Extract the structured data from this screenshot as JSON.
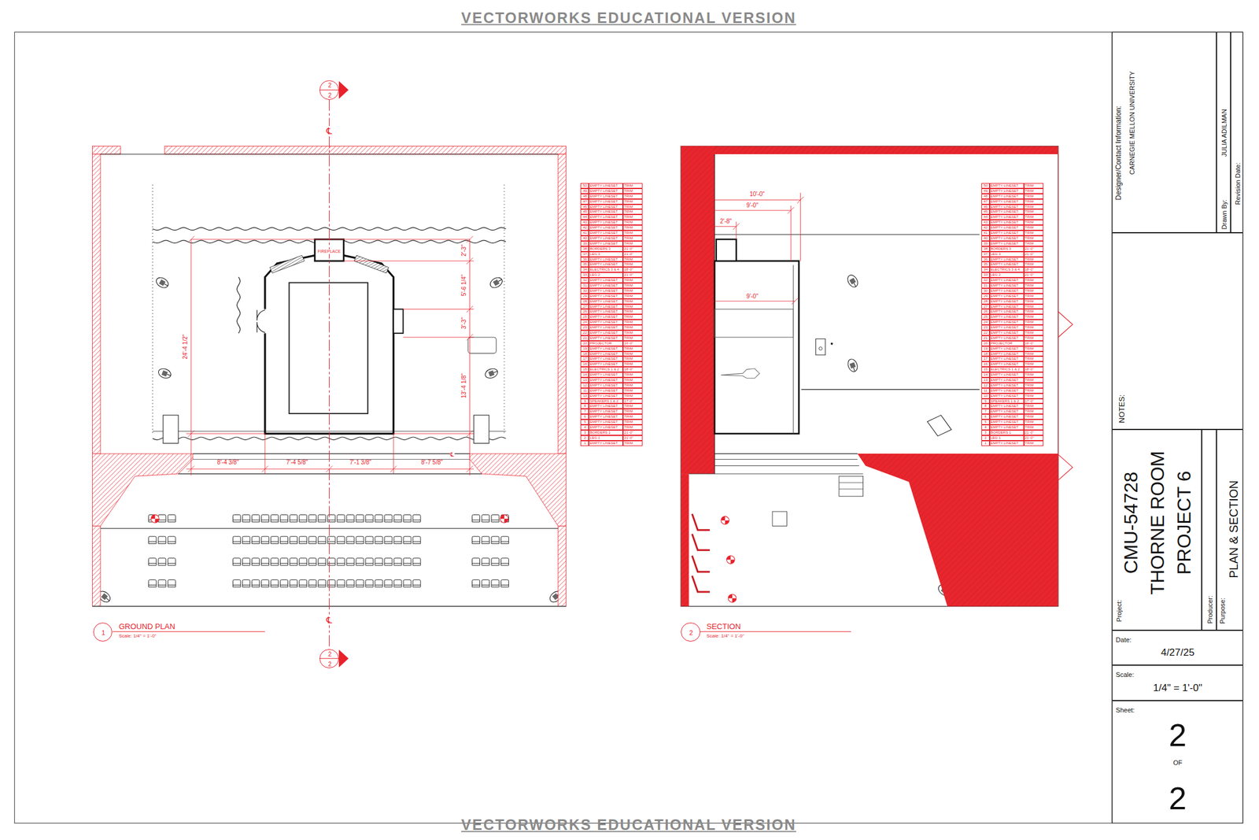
{
  "diagram": {
    "nodes": [
      {
        "text": [
          "Designer/Contact Information:",
          "CARNEGIE MELLON UNIVERSITY"
        ]
      },
      {
        "text": [
          "Drawn By:",
          "JULIA ADILMAN"
        ]
      },
      {
        "text": [
          "Revision Date:"
        ]
      },
      {
        "text": [
          "NOTES:"
        ]
      },
      {
        "text": [
          "Project:",
          "CMU-54728 THORNE ROOM PROJECT 6"
        ]
      },
      {
        "text": [
          "Producer:"
        ]
      },
      {
        "text": [
          "Purpose:",
          "PLAN & SECTION"
        ]
      },
      {
        "text": [
          "Date:",
          "4/27/25"
        ]
      },
      {
        "text": [
          "Scale:",
          "1/4\" = 1'-0\""
        ]
      },
      {
        "text": [
          "Sheet:",
          "2",
          "OF",
          "2"
        ]
      },
      {
        "text": [
          "1"
        ]
      },
      {
        "text": [
          "2"
        ]
      },
      {
        "text": [
          "2",
          "2"
        ]
      },
      {
        "text": [
          "2",
          "2"
        ]
      }
    ],
    "edges": [],
    "labels": [
      "VECTORWORKS EDUCATIONAL VERSION",
      "VECTORWORKS EDUCATIONAL VERSION",
      "FIREPLACE",
      "24'-4 1/2\"",
      "2'-3\"",
      "5'-6 1/4\"",
      "3'-3\"",
      "13'-4 1/8\"",
      "8'-4 3/8\"",
      "7'-4 5/8\"",
      "7'-1 3/8\"",
      "8'-7 5/8\"",
      "℄",
      "℄",
      "℄",
      "GROUND PLAN",
      "Scale: 1/4\" = 1'-0\"",
      "10'-0\"",
      "9'-0\"",
      "2'-8\"",
      "9'-0\"",
      "SECTION",
      "Scale: 1/4\" = 1'-0\"",
      "50",
      "EMPTY LINESET",
      "TRIM",
      "49",
      "EMPTY LINESET",
      "TRIM",
      "48",
      "EMPTY LINESET",
      "TRIM",
      "47",
      "EMPTY LINESET",
      "TRIM",
      "46",
      "EMPTY LINESET",
      "TRIM",
      "45",
      "EMPTY LINESET",
      "TRIM",
      "44",
      "EMPTY LINESET",
      "TRIM",
      "43",
      "EMPTY LINESET",
      "TRIM",
      "42",
      "EMPTY LINESET",
      "TRIM",
      "41",
      "EMPTY LINESET",
      "TRIM",
      "40",
      "EMPTY LINESET",
      "TRIM",
      "39",
      "EMPTY LINESET",
      "TRIM",
      "38",
      "BORDERS 3",
      "21'-0\"",
      "37",
      "LEG 3",
      "21'-0\"",
      "36",
      "EMPTY LINESET",
      "TRIM",
      "35",
      "EMPTY LINESET",
      "TRIM",
      "34",
      "ELECTRICS 3 & 4",
      "18'-0\"",
      "33",
      "LEG 2",
      "21'-0\"",
      "32",
      "EMPTY LINESET",
      "TRIM",
      "31",
      "EMPTY LINESET",
      "TRIM",
      "30",
      "EMPTY LINESET",
      "TRIM",
      "29",
      "EMPTY LINESET",
      "TRIM",
      "28",
      "EMPTY LINESET",
      "TRIM",
      "27",
      "EMPTY LINESET",
      "TRIM",
      "26",
      "EMPTY LINESET",
      "TRIM",
      "25",
      "EMPTY LINESET",
      "TRIM",
      "24",
      "EMPTY LINESET",
      "TRIM",
      "23",
      "EMPTY LINESET",
      "TRIM",
      "22",
      "EMPTY LINESET",
      "TRIM",
      "21",
      "EMPTY LINESET",
      "TRIM",
      "20",
      "PROJECTOR",
      "16'-0\"",
      "19",
      "EMPTY LINESET",
      "TRIM",
      "18",
      "EMPTY LINESET",
      "TRIM",
      "17",
      "EMPTY LINESET",
      "TRIM",
      "16",
      "EMPTY LINESET",
      "TRIM",
      "15",
      "ELECTRICS 1 & 2",
      "18'-0\"",
      "14",
      "EMPTY LINESET",
      "TRIM",
      "13",
      "EMPTY LINESET",
      "TRIM",
      "12",
      "EMPTY LINESET",
      "TRIM",
      "11",
      "EMPTY LINESET",
      "TRIM",
      "10",
      "EMPTY LINESET",
      "TRIM",
      "9",
      "SPEAKERS 1 & 2",
      "17'-0\"",
      "8",
      "EMPTY LINESET",
      "TRIM",
      "7",
      "EMPTY LINESET",
      "TRIM",
      "6",
      "EMPTY LINESET",
      "TRIM",
      "5",
      "EMPTY LINESET",
      "TRIM",
      "4",
      "EMPTY LINESET",
      "TRIM",
      "3",
      "BORDERS 1",
      "21'-0\"",
      "2",
      "LEG 1",
      "21'-0\"",
      "1",
      "EMPTY LINESET",
      "TRIM",
      "50",
      "EMPTY LINESET",
      "TRIM",
      "49",
      "EMPTY LINESET",
      "TRIM",
      "48",
      "EMPTY LINESET",
      "TRIM",
      "47",
      "EMPTY LINESET",
      "TRIM",
      "46",
      "EMPTY LINESET",
      "TRIM",
      "45",
      "EMPTY LINESET",
      "TRIM",
      "44",
      "EMPTY LINESET",
      "TRIM",
      "43",
      "EMPTY LINESET",
      "TRIM",
      "42",
      "EMPTY LINESET",
      "TRIM",
      "41",
      "EMPTY LINESET",
      "TRIM",
      "40",
      "EMPTY LINESET",
      "TRIM",
      "39",
      "EMPTY LINESET",
      "TRIM",
      "38",
      "BORDERS 3",
      "21'-0\"",
      "37",
      "LEG 3",
      "21'-0\"",
      "36",
      "EMPTY LINESET",
      "TRIM",
      "35",
      "EMPTY LINESET",
      "TRIM",
      "34",
      "ELECTRICS 3 & 4",
      "18'-0\"",
      "33",
      "LEG 2",
      "21'-0\"",
      "32",
      "EMPTY LINESET",
      "TRIM",
      "31",
      "EMPTY LINESET",
      "TRIM",
      "30",
      "EMPTY LINESET",
      "TRIM",
      "29",
      "EMPTY LINESET",
      "TRIM",
      "28",
      "EMPTY LINESET",
      "TRIM",
      "27",
      "EMPTY LINESET",
      "TRIM",
      "26",
      "EMPTY LINESET",
      "TRIM",
      "25",
      "EMPTY LINESET",
      "TRIM",
      "24",
      "EMPTY LINESET",
      "TRIM",
      "23",
      "EMPTY LINESET",
      "TRIM",
      "22",
      "EMPTY LINESET",
      "TRIM",
      "21",
      "EMPTY LINESET",
      "TRIM",
      "20",
      "PROJECTOR",
      "16'-0\"",
      "19",
      "EMPTY LINESET",
      "TRIM",
      "18",
      "EMPTY LINESET",
      "TRIM",
      "17",
      "EMPTY LINESET",
      "TRIM",
      "16",
      "EMPTY LINESET",
      "TRIM",
      "15",
      "ELECTRICS 1 & 2",
      "18'-0\"",
      "14",
      "EMPTY LINESET",
      "TRIM",
      "13",
      "EMPTY LINESET",
      "TRIM",
      "12",
      "EMPTY LINESET",
      "TRIM",
      "11",
      "EMPTY LINESET",
      "TRIM",
      "10",
      "EMPTY LINESET",
      "TRIM",
      "9",
      "SPEAKERS 1 & 2",
      "17'-0\"",
      "8",
      "EMPTY LINESET",
      "TRIM",
      "7",
      "EMPTY LINESET",
      "TRIM",
      "6",
      "EMPTY LINESET",
      "TRIM",
      "5",
      "EMPTY LINESET",
      "TRIM",
      "4",
      "EMPTY LINESET",
      "TRIM",
      "3",
      "BORDERS 1",
      "21'-0\"",
      "2",
      "LEG 1",
      "21'-0\"",
      "1",
      "EMPTY LINESET",
      "TRIM"
    ]
  }
}
